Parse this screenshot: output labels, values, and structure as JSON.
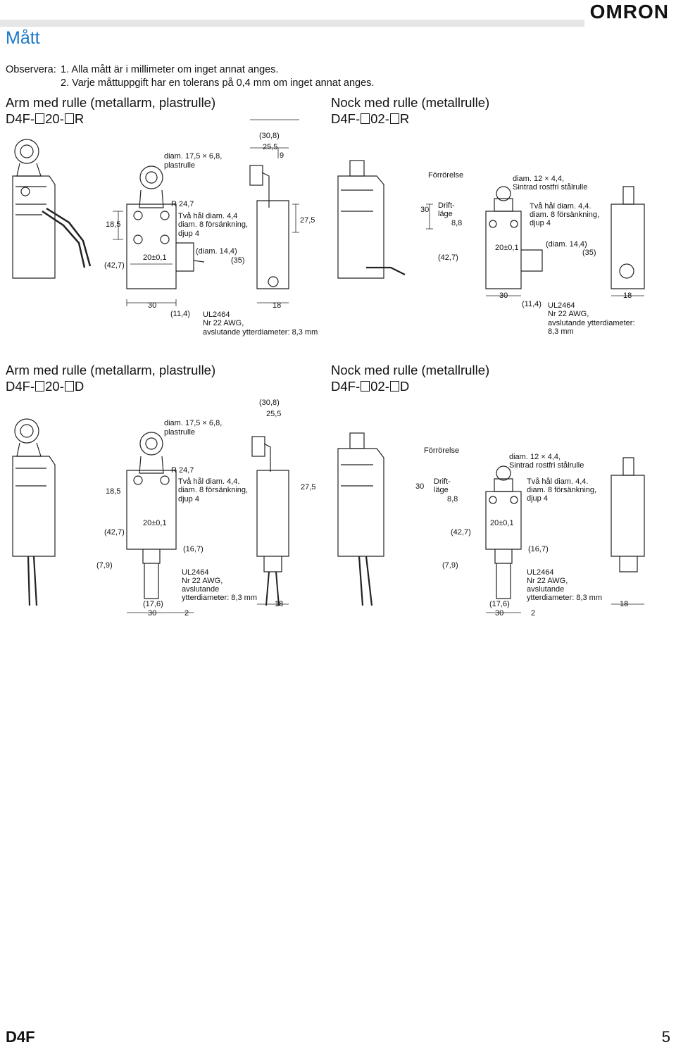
{
  "brand": "OMRON",
  "page_title": "Mått",
  "notes": {
    "label": "Observera:",
    "items": [
      "1. Alla mått är i millimeter om inget annat anges.",
      "2. Varje måttuppgift har en tolerans på 0,4 mm om inget annat anges."
    ]
  },
  "sections": [
    {
      "title": "Arm med rulle (metallarm, plastrulle)",
      "code_prefix": "D4F-",
      "code_mid": "20-",
      "code_suffix": "R",
      "labels": {
        "roller": "diam. 17,5 × 6,8,",
        "roller2": "plastrulle",
        "r": "R 24,7",
        "holes1": "Två hål diam. 4,4",
        "holes2": "diam. 8 försänkning,",
        "holes3": "djup 4",
        "d14": "(diam. 14,4)",
        "p35": "(35)",
        "d185": "18,5",
        "d427": "(42,7)",
        "d20": "20±0,1",
        "d30": "30",
        "d114": "(11,4)",
        "d308": "(30,8)",
        "d255": "25,5",
        "d9": "9",
        "d275": "27,5",
        "d18": "18",
        "cable1": "UL2464",
        "cable2": "Nr 22 AWG,",
        "cable3": "avslutande ytterdiameter: 8,3 mm"
      }
    },
    {
      "title": "Nock med rulle (metallrulle)",
      "code_prefix": "D4F-",
      "code_mid": "02-",
      "code_suffix": "R",
      "labels": {
        "pre": "Förrörelse",
        "roller": "diam. 12 × 4,4,",
        "roller2": "Sintrad rostfri stålrulle",
        "d30": "30",
        "drift1": "Drift-",
        "drift2": "läge",
        "d88": "8,8",
        "holes1": "Två hål diam. 4,4.",
        "holes2": "diam. 8 försänkning,",
        "holes3": "djup 4",
        "d14": "(diam. 14,4)",
        "p35": "(35)",
        "d427": "(42,7)",
        "d20": "20±0,1",
        "d30b": "30",
        "d114": "(11,4)",
        "d18": "18",
        "cable1": "UL2464",
        "cable2": "Nr 22 AWG,",
        "cable3": "avslutande ytterdiameter:",
        "cable4": "8,3 mm"
      }
    },
    {
      "title": "Arm med rulle (metallarm, plastrulle)",
      "code_prefix": "D4F-",
      "code_mid": "20-",
      "code_suffix": "D",
      "labels": {
        "roller": "diam. 17,5 × 6,8,",
        "roller2": "plastrulle",
        "d308": "(30,8)",
        "d255": "25,5",
        "r": "R 24,7",
        "holes1": "Två hål diam. 4,4.",
        "holes2": "diam. 8 försänkning,",
        "holes3": "djup 4",
        "d185": "18,5",
        "d275": "27,5",
        "d427": "(42,7)",
        "d20": "20±0,1",
        "d167": "(16,7)",
        "d79": "(7,9)",
        "cable1": "UL2464",
        "cable2": "Nr 22 AWG,",
        "cable3": "avslutande",
        "cable4": "ytterdiameter: 8,3 mm",
        "d176": "(17,6)",
        "d18": "18",
        "d30": "30",
        "d2": "2"
      }
    },
    {
      "title": "Nock med rulle (metallrulle)",
      "code_prefix": "D4F-",
      "code_mid": "02-",
      "code_suffix": "D",
      "labels": {
        "pre": "Förrörelse",
        "roller": "diam. 12 × 4,4,",
        "roller2": "Sintrad rostfri stålrulle",
        "d30": "30",
        "drift1": "Drift-",
        "drift2": "läge",
        "d88": "8,8",
        "holes1": "Två hål diam. 4,4.",
        "holes2": "diam. 8 försänkning,",
        "holes3": "djup 4",
        "d427": "(42,7)",
        "d20": "20±0,1",
        "d167": "(16,7)",
        "d79": "(7,9)",
        "cable1": "UL2464",
        "cable2": "Nr 22 AWG,",
        "cable3": "avslutande",
        "cable4": "ytterdiameter: 8,3 mm",
        "d176": "(17,6)",
        "d18": "18",
        "d30b": "30",
        "d2": "2"
      }
    }
  ],
  "footer": {
    "product": "D4F",
    "page": "5"
  }
}
